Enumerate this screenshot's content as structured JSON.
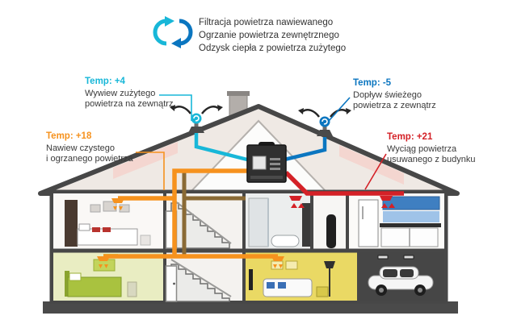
{
  "legend": {
    "line1": "Filtracja powietrza nawiewanego",
    "line2": "Ogrzanie powietrza zewnętrznego",
    "line3": "Odzysk ciepła z powietrza zużytego"
  },
  "callouts": {
    "exhaust_out": {
      "temp": "Temp: +4",
      "line1": "Wywiew zużytego",
      "line2": "powietrza na zewnątrz"
    },
    "fresh_in": {
      "temp": "Temp: -5",
      "line1": "Dopływ świeżego",
      "line2": "powietrza z zewnątrz"
    },
    "supply_in": {
      "temp": "Temp: +18",
      "line1": "Nawiew czystego",
      "line2": "i ogrzanego powietrza"
    },
    "extract": {
      "temp": "Temp: +21",
      "line1": "Wyciąg powietrza",
      "line2": "usuwanego z budynku"
    }
  },
  "colors": {
    "exhaust_duct": "#18b7d8",
    "fresh_duct": "#0b76c0",
    "supply_duct": "#f6921e",
    "extract_duct": "#d42127"
  }
}
